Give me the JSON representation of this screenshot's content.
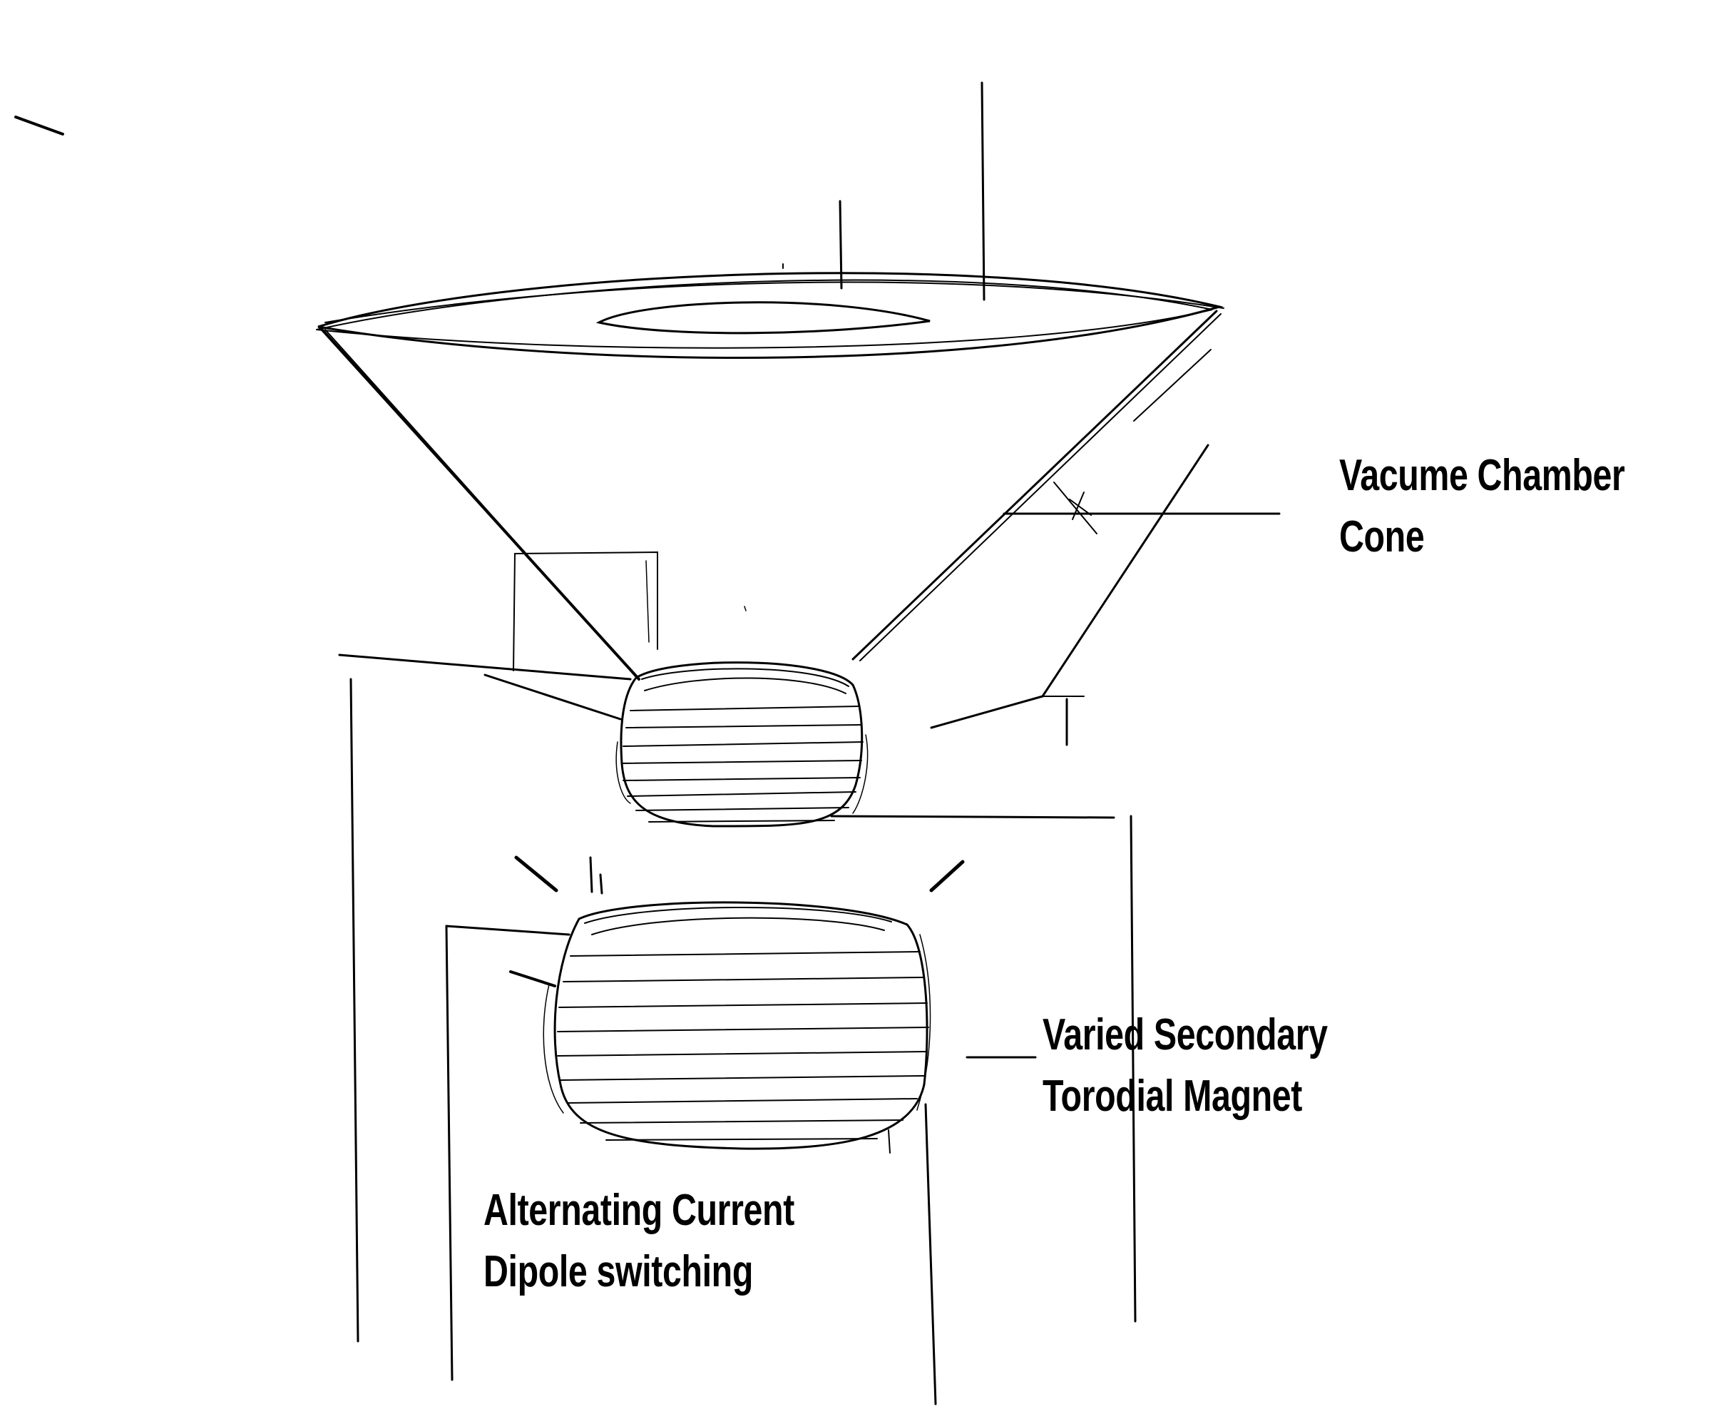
{
  "labels": {
    "vacuum_chamber": {
      "line1": "Vacume Chamber",
      "line2": "Cone"
    },
    "secondary_magnet": {
      "line1": "Varied Secondary",
      "line2": "Torodial Magnet"
    },
    "ac_switching": {
      "line1": "Alternating Current",
      "line2": "Dipole switching"
    }
  },
  "colors": {
    "ink": "#000000",
    "background": "#ffffff"
  }
}
